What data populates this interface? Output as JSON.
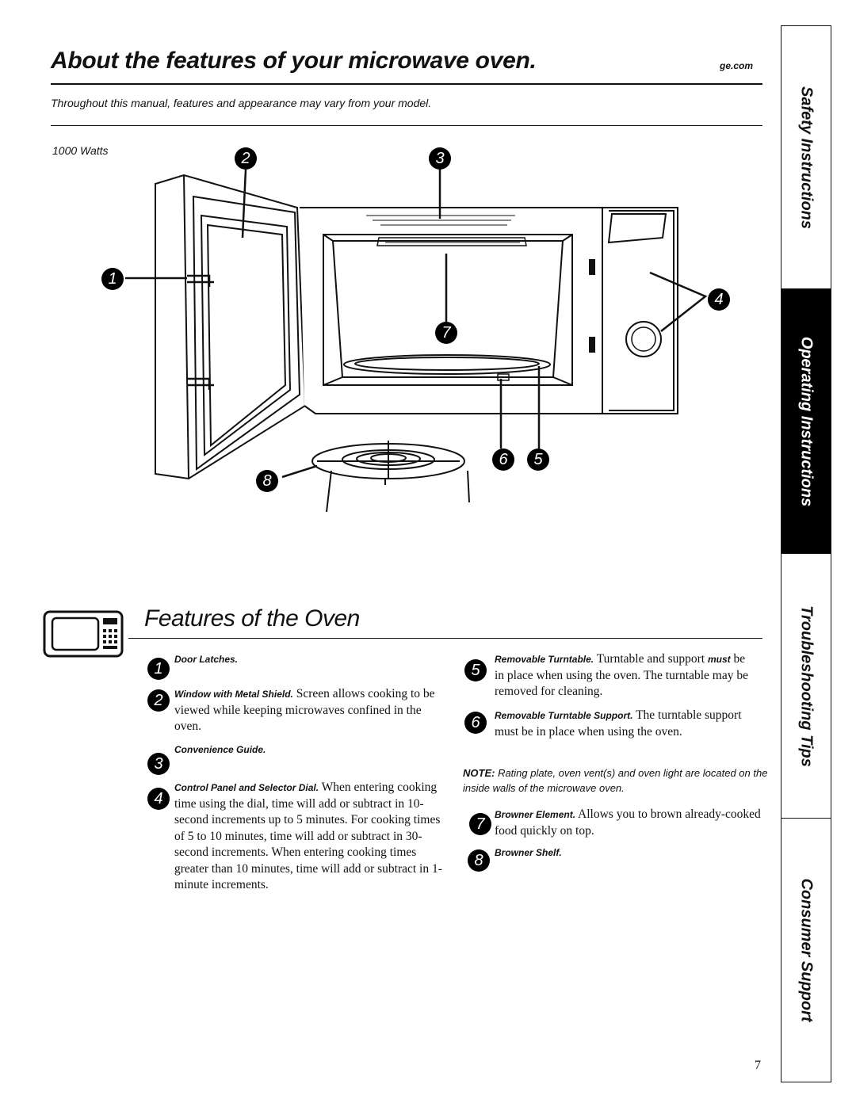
{
  "header": {
    "title": "About the features of your microwave oven.",
    "site": "ge.com",
    "disclaimer": "Throughout this manual, features and appearance may vary from your model.",
    "watts": "1000 Watts"
  },
  "diagram": {
    "callouts": [
      "1",
      "2",
      "3",
      "4",
      "7",
      "6",
      "5",
      "8"
    ]
  },
  "section": {
    "title": "Features of the Oven",
    "icon": "microwave-icon"
  },
  "features_left": [
    {
      "num": "1",
      "label": "Door Latches.",
      "text": ""
    },
    {
      "num": "2",
      "label": "Window with Metal Shield.",
      "text": " Screen allows cooking to be viewed while keeping microwaves confined in the oven."
    },
    {
      "num": "3",
      "label": "Convenience Guide.",
      "text": ""
    },
    {
      "num": "4",
      "label": "Control Panel and Selector Dial.",
      "text": " When entering cooking time using the dial, time will add or subtract in 10-second increments up to 5 minutes. For cooking times of 5 to 10 minutes, time will add or subtract in 30-second increments. When entering cooking times greater than 10 minutes, time will add or subtract in 1-minute increments."
    }
  ],
  "features_right": [
    {
      "num": "5",
      "label": "Removable Turntable.",
      "text_pre": " Turntable and support ",
      "emph": "must",
      "text": " be in place when using the oven. The turntable may be removed for cleaning."
    },
    {
      "num": "6",
      "label": "Removable Turntable Support.",
      "text": " The turntable support must be in place when using the oven."
    },
    {
      "num": "7",
      "label": "Browner Element.",
      "text": " Allows you to brown already-cooked food quickly on top."
    },
    {
      "num": "8",
      "label": "Browner Shelf.",
      "text": ""
    }
  ],
  "note": {
    "label": "NOTE:",
    "text": " Rating plate, oven vent(s) and oven light are located on the inside walls of the microwave oven."
  },
  "side_tabs": [
    {
      "label": "Safety Instructions",
      "active": false
    },
    {
      "label": "Operating Instructions",
      "active": true
    },
    {
      "label": "Troubleshooting Tips",
      "active": false
    },
    {
      "label": "Consumer Support",
      "active": false
    }
  ],
  "page_number": "7"
}
